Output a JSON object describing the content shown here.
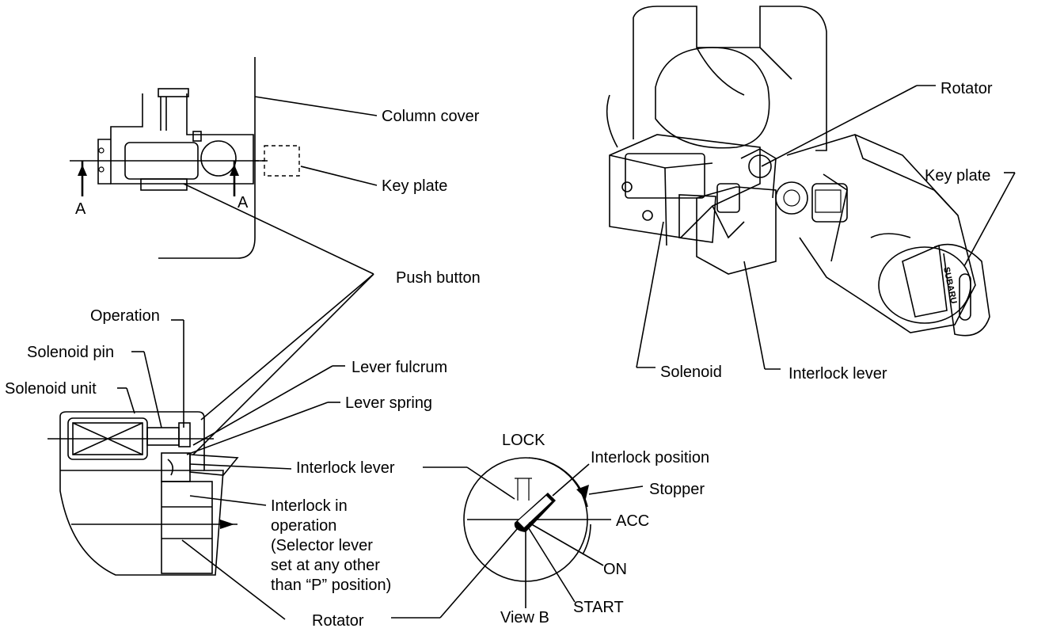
{
  "labels": {
    "column_cover": "Column cover",
    "key_plate_top": "Key plate",
    "push_button": "Push button",
    "section_a_left": "A",
    "section_a_right": "A",
    "operation": "Operation",
    "solenoid_pin": "Solenoid pin",
    "solenoid_unit": "Solenoid unit",
    "lever_fulcrum": "Lever fulcrum",
    "lever_spring": "Lever spring",
    "interlock_lever_left": "Interlock lever",
    "interlock_in_operation": [
      "Interlock in",
      "operation",
      "(Selector lever",
      "set at any other",
      "than “P” position)"
    ],
    "rotator_bottom": "Rotator",
    "lock": "LOCK",
    "interlock_position": "Interlock position",
    "stopper": "Stopper",
    "acc": "ACC",
    "on": "ON",
    "start": "START",
    "view_b": "View B",
    "rotator_top": "Rotator",
    "key_plate_right": "Key plate",
    "key_brand": "SUBARU",
    "solenoid_right": "Solenoid",
    "interlock_lever_right": "Interlock lever"
  }
}
